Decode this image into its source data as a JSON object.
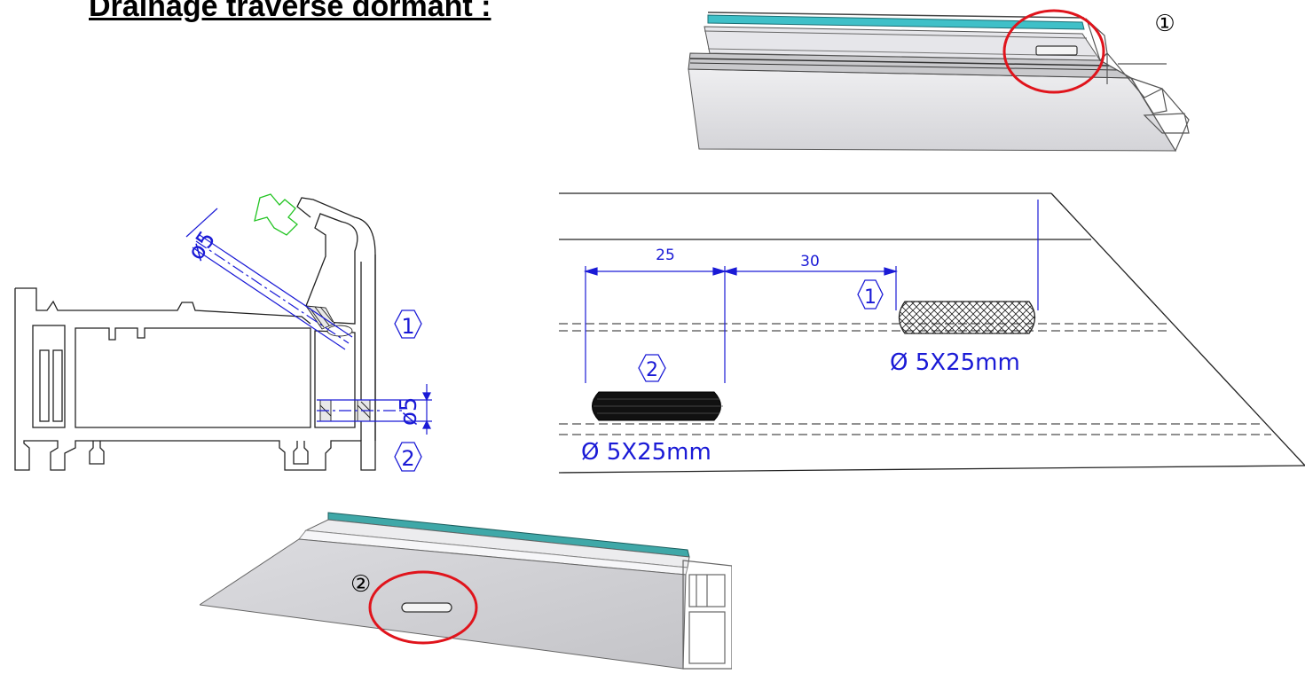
{
  "title": "Drainage traverse dormant :",
  "markers": {
    "one": "①",
    "two": "②"
  },
  "section_view": {
    "diameter_slanted": "ø5",
    "diameter_horizontal": "ø5",
    "marker_one": "1",
    "marker_two": "2"
  },
  "detail_view": {
    "dim_first": "25",
    "dim_second": "30",
    "marker_one": "1",
    "marker_two": "2",
    "slot_one_label": "Ø 5X25mm",
    "slot_two_label": "Ø 5X25mm"
  },
  "colors": {
    "dimension": "#1a1ad6",
    "highlight": "#e0141c",
    "glazing_strip": "#3fc0c8",
    "seal": "#22c422"
  }
}
